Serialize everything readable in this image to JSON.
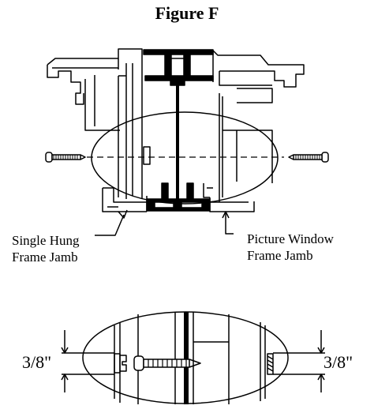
{
  "figure": {
    "title": "Figure F"
  },
  "labels": {
    "left_line1": "Single Hung",
    "left_line2": "Frame Jamb",
    "right_line1": "Picture Window",
    "right_line2": "Frame Jamb"
  },
  "detail": {
    "left_dimension": "3/8\"",
    "right_dimension": "3/8\""
  }
}
